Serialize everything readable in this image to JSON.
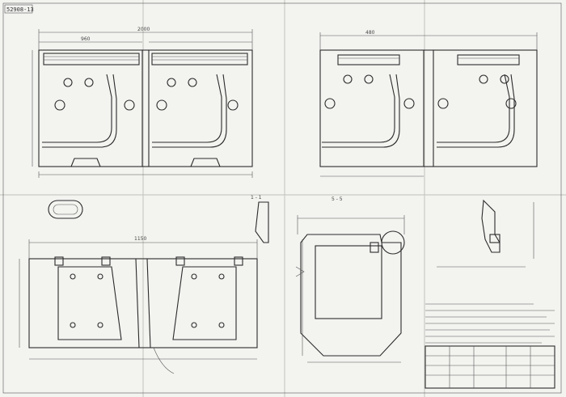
{
  "sheet": {
    "corner_stamp": "52908-13",
    "section_label": "1 - 1",
    "view_label": "5 - 5",
    "ink_color": "#2b2b2b",
    "paper_color": "#f3f3f0"
  },
  "dimensions": {
    "top_left_width": "2000",
    "top_left_half": "960",
    "top_right_half": "480",
    "bottom_left_width": "1150"
  }
}
